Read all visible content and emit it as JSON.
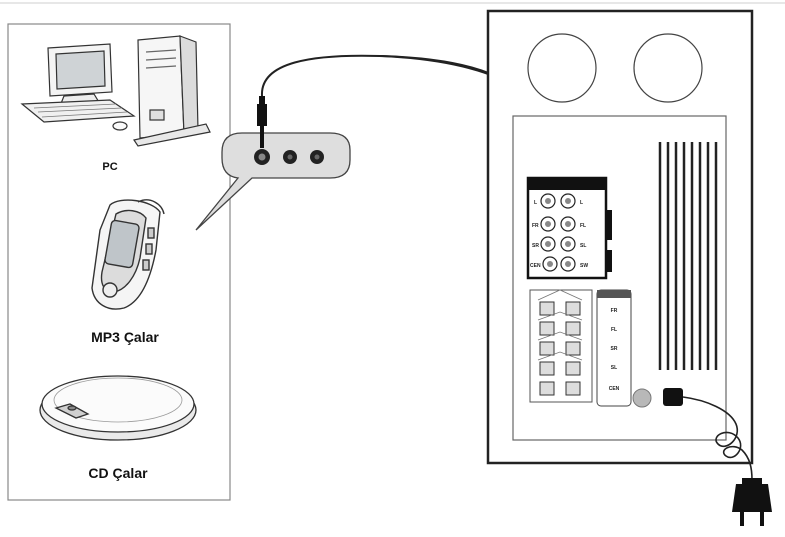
{
  "devices": {
    "pc_label": "PC",
    "mp3_label": "MP3 Çalar",
    "cd_label": "CD Çalar"
  },
  "input_panel": {
    "rows": [
      {
        "left": "L",
        "right": "L"
      },
      {
        "left": "FR",
        "right": "FL"
      },
      {
        "left": "SR",
        "right": "SL"
      },
      {
        "left": "CEN",
        "right": "SW"
      }
    ]
  },
  "output_panel": {
    "channels": [
      "FR",
      "FL",
      "SR",
      "SL",
      "CEN"
    ]
  }
}
